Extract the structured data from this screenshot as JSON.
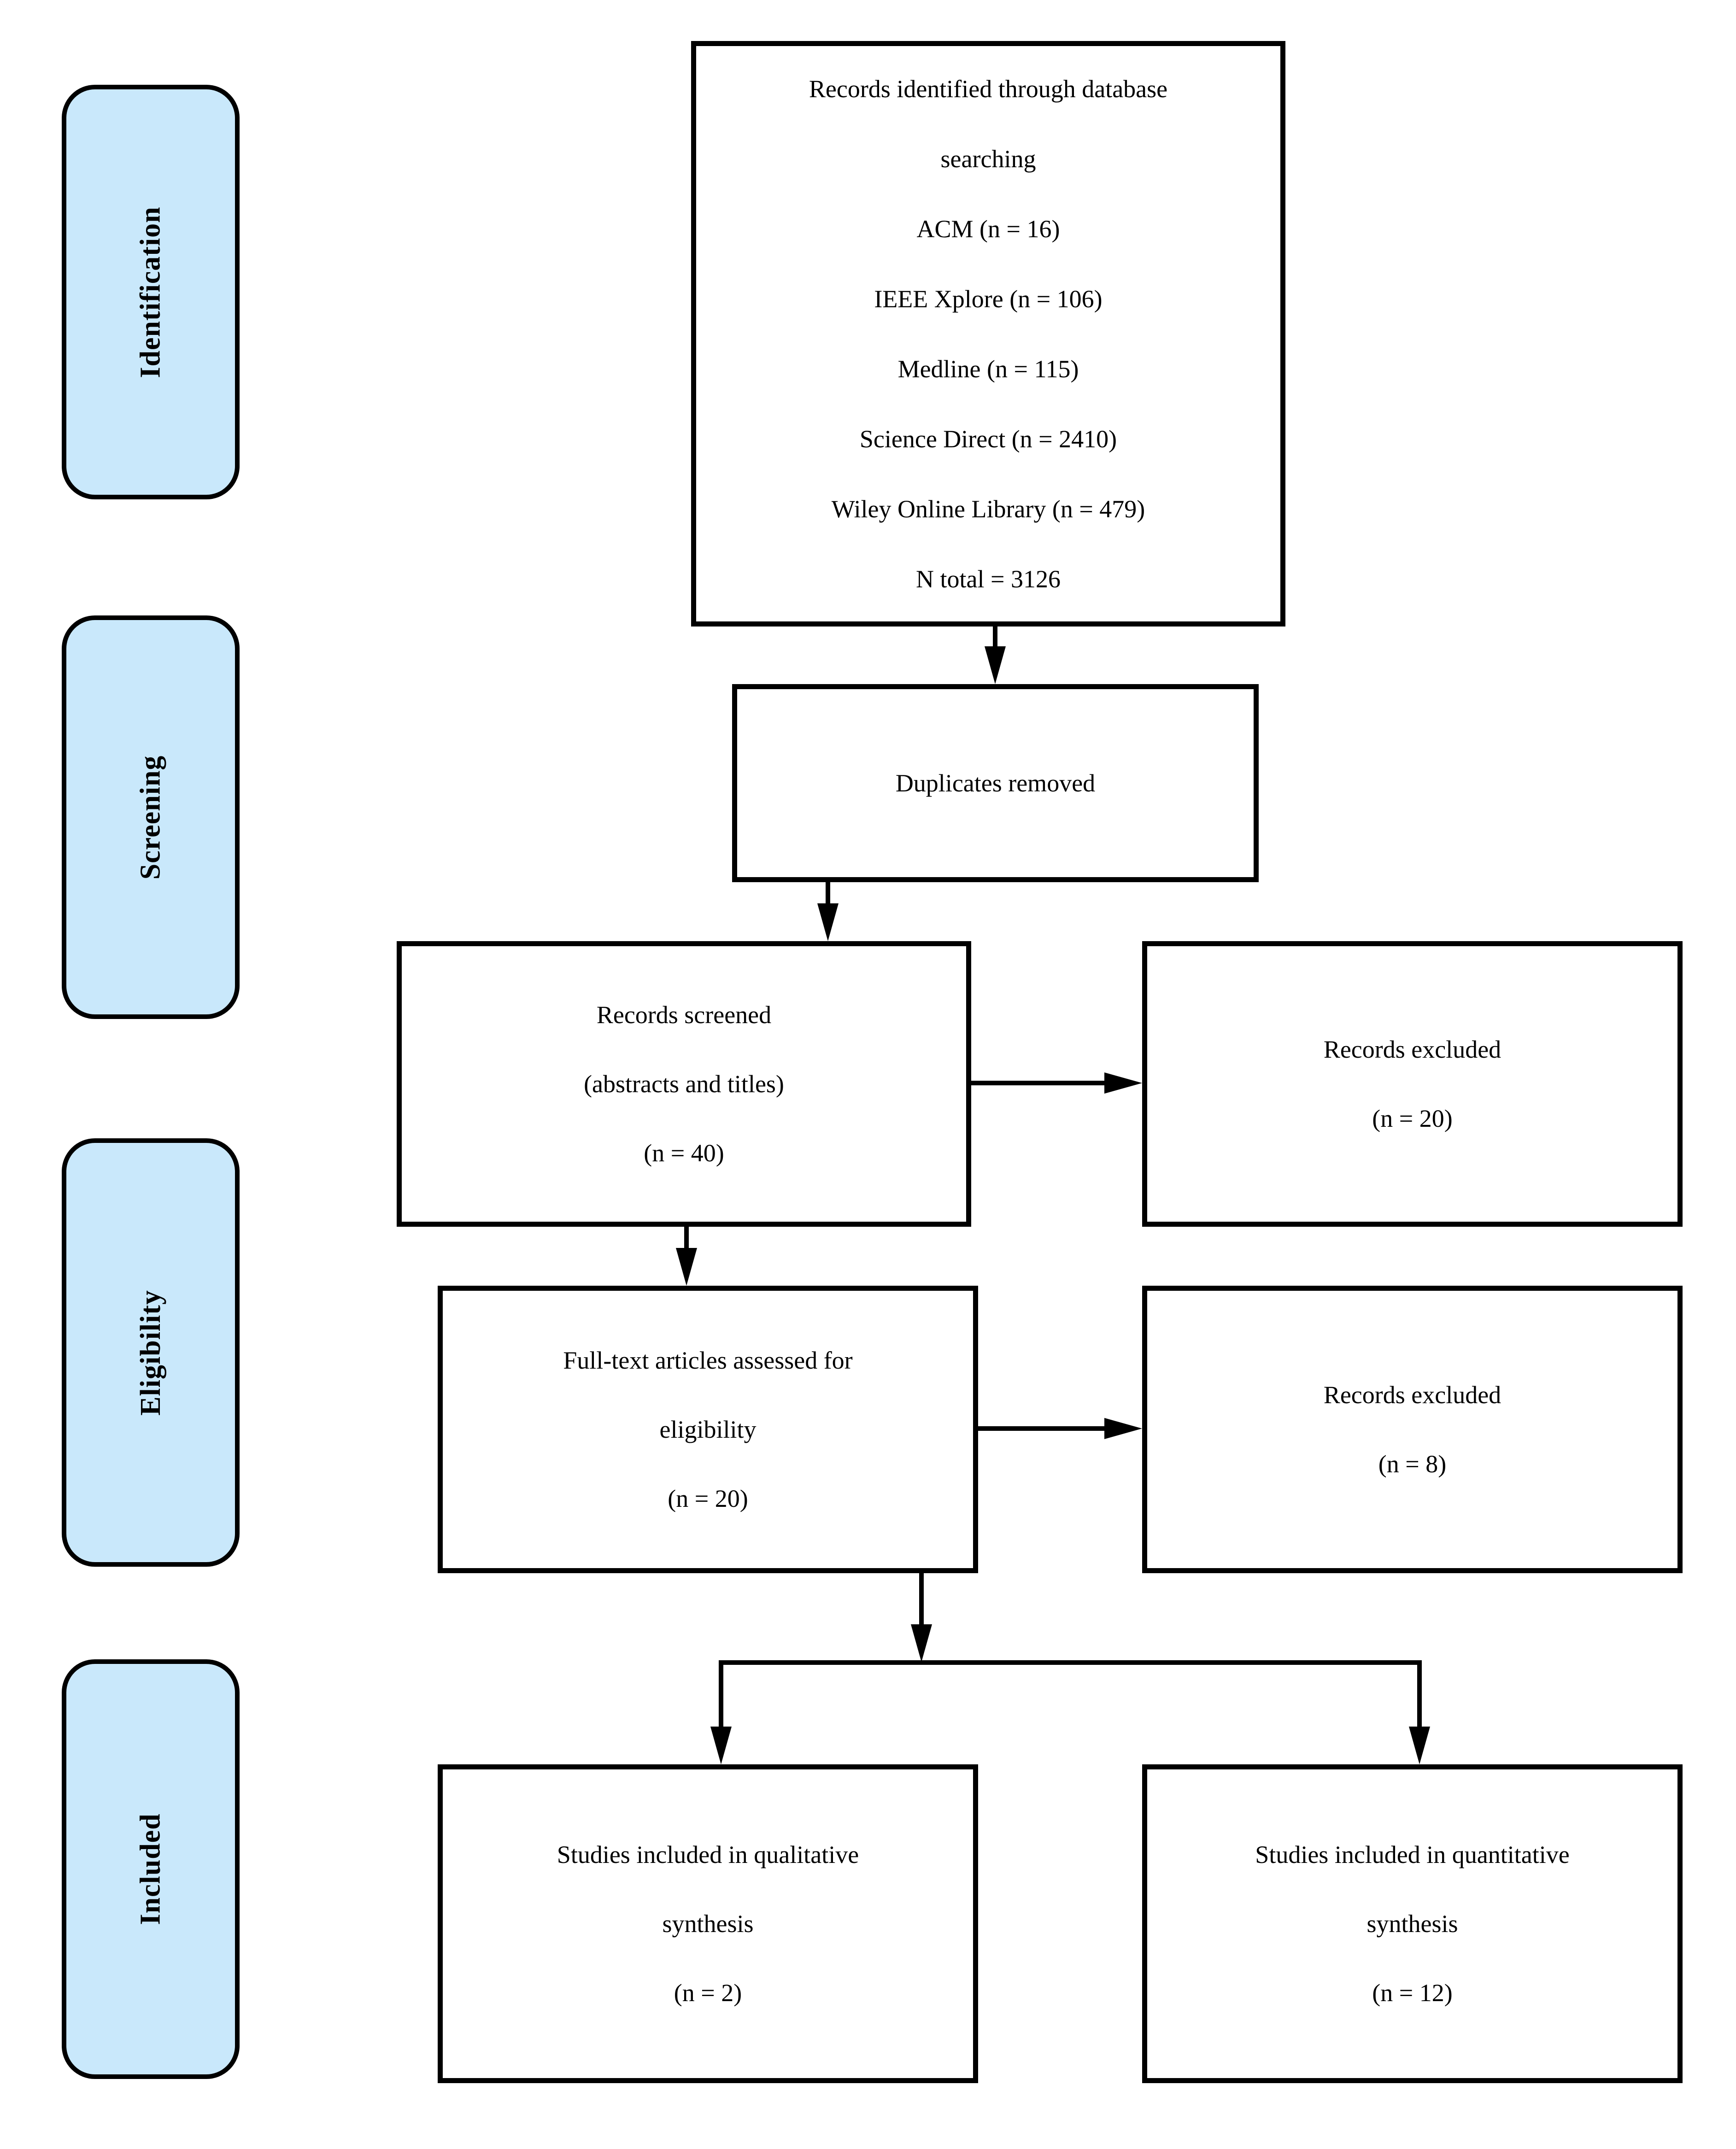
{
  "colors": {
    "stage_fill": "#C9E8FB",
    "line_color": "#000000"
  },
  "stage_rail": {
    "items": [
      {
        "label": "Identification"
      },
      {
        "label": "Screening"
      },
      {
        "label": "Eligibility"
      },
      {
        "label": "Included"
      }
    ]
  },
  "flow": {
    "identified": {
      "lines": [
        "Records identified through database",
        "searching",
        "ACM (n = 16)",
        "IEEE Xplore (n = 106)",
        "Medline (n = 115)",
        "Science Direct (n = 2410)",
        "Wiley Online Library (n = 479)",
        "N total = 3126"
      ]
    },
    "duplicates": {
      "lines": [
        "Duplicates removed"
      ]
    },
    "screened": {
      "lines": [
        "Records screened",
        "(abstracts and titles)",
        "(n = 40)"
      ]
    },
    "excluded_screening": {
      "lines": [
        "Records excluded",
        "(n = 20)"
      ]
    },
    "fulltext": {
      "lines": [
        "Full-text articles assessed for",
        "eligibility",
        "(n = 20)"
      ]
    },
    "excluded_eligibility": {
      "lines": [
        "Records excluded",
        "(n = 8)"
      ]
    },
    "qualitative": {
      "lines": [
        "Studies included in qualitative",
        "synthesis",
        "(n = 2)"
      ]
    },
    "quantitative": {
      "lines": [
        "Studies included in quantitative",
        "synthesis",
        "(n = 12)"
      ]
    }
  }
}
